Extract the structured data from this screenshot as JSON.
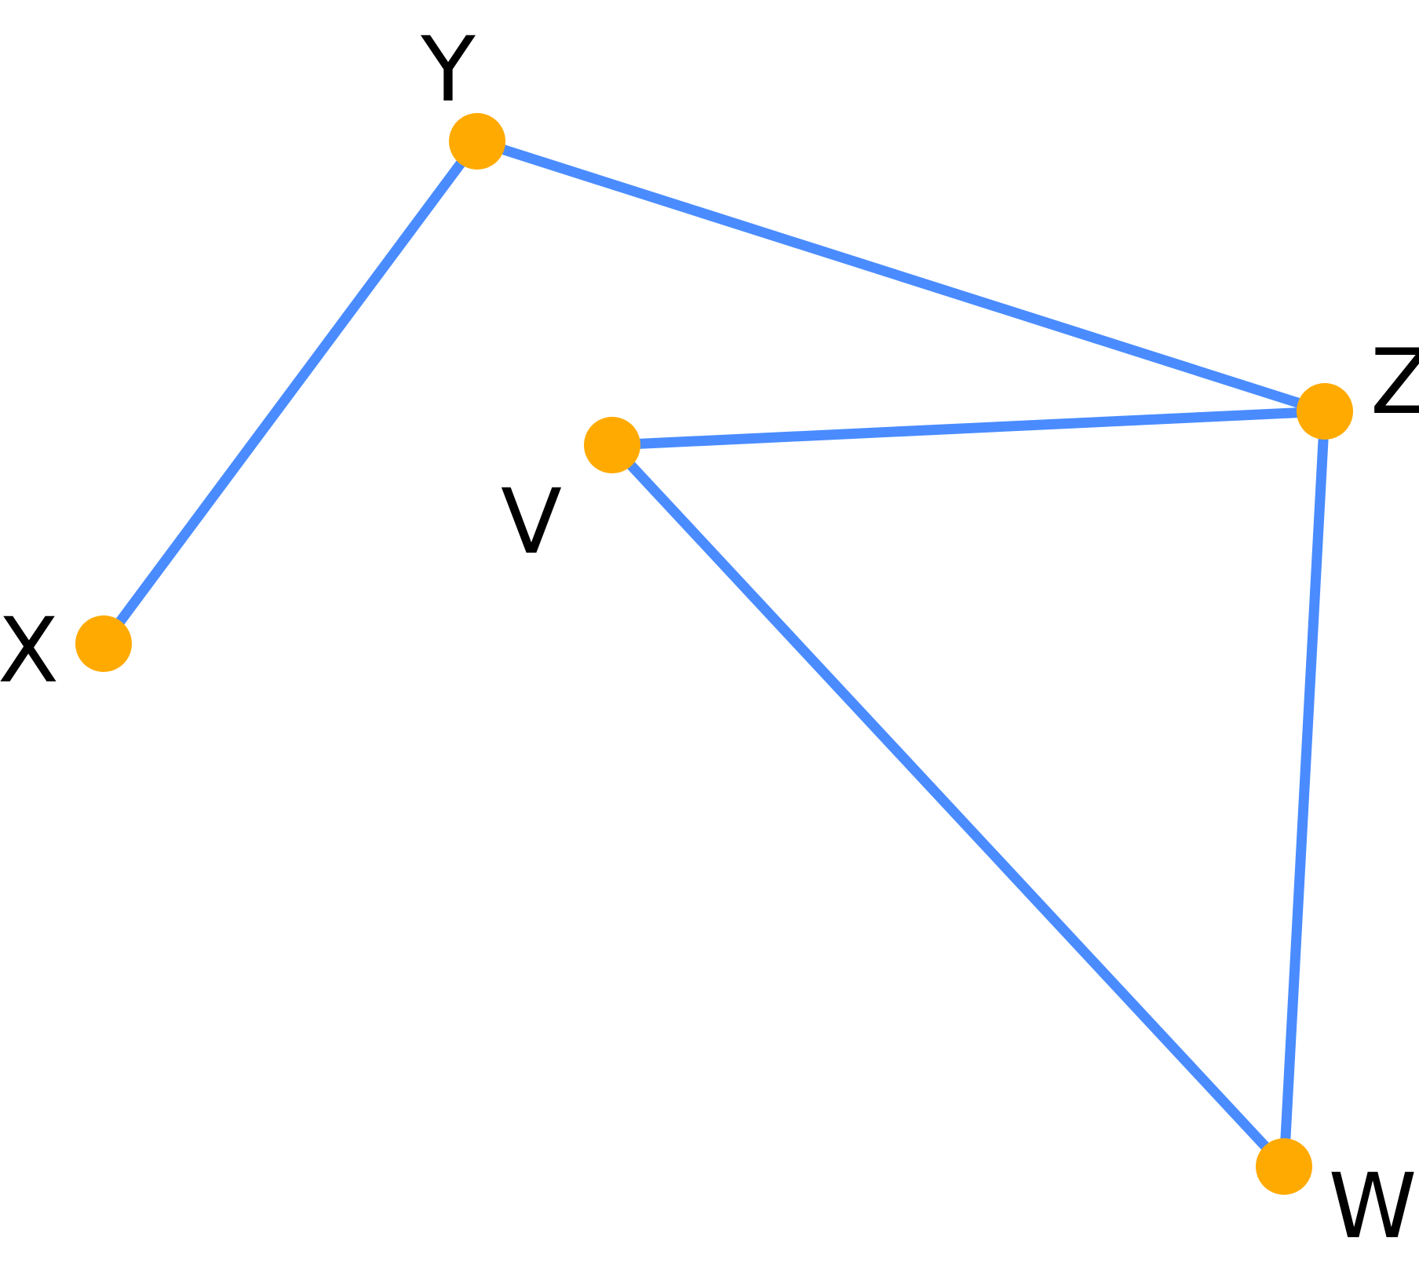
{
  "graph": {
    "edge_color": "#4a8cff",
    "node_color": "#ffaa00",
    "label_color": "#000000",
    "nodes": [
      {
        "id": "X",
        "label": "X"
      },
      {
        "id": "Y",
        "label": "Y"
      },
      {
        "id": "Z",
        "label": "Z"
      },
      {
        "id": "V",
        "label": "V"
      },
      {
        "id": "W",
        "label": "W"
      }
    ],
    "edges": [
      {
        "from": "X",
        "to": "Y"
      },
      {
        "from": "Y",
        "to": "Z"
      },
      {
        "from": "V",
        "to": "Z"
      },
      {
        "from": "V",
        "to": "W"
      },
      {
        "from": "Z",
        "to": "W"
      }
    ]
  }
}
